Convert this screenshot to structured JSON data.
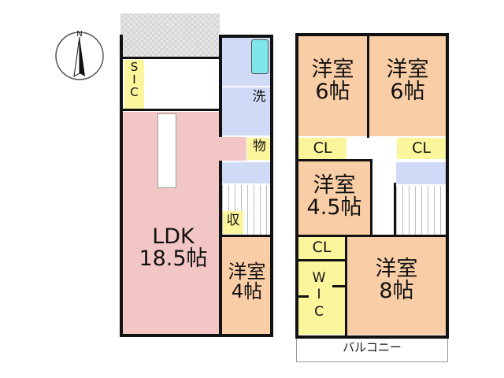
{
  "compass": {
    "north_label": "N"
  },
  "floor1": {
    "sic": [
      "S",
      "I",
      "C"
    ],
    "laundry": "洗",
    "storage": "物",
    "closet": "収",
    "ldk": {
      "name": "LDK",
      "size": "18.5帖"
    },
    "room4": {
      "name": "洋室",
      "size": "4帖"
    }
  },
  "floor2": {
    "room6a": {
      "name": "洋室",
      "size": "6帖"
    },
    "room6b": {
      "name": "洋室",
      "size": "6帖"
    },
    "room45": {
      "name": "洋室",
      "size": "4.5帖"
    },
    "room8": {
      "name": "洋室",
      "size": "8帖"
    },
    "cl1": "CL",
    "cl2": "CL",
    "cl3": "CL",
    "wic": [
      "W",
      "I",
      "C"
    ],
    "balcony": "バルコニー"
  },
  "colors": {
    "ldk": "#f3c6c6",
    "room": "#f9cda6",
    "storage": "#fbf59c",
    "wet": "#cfdaf6"
  }
}
